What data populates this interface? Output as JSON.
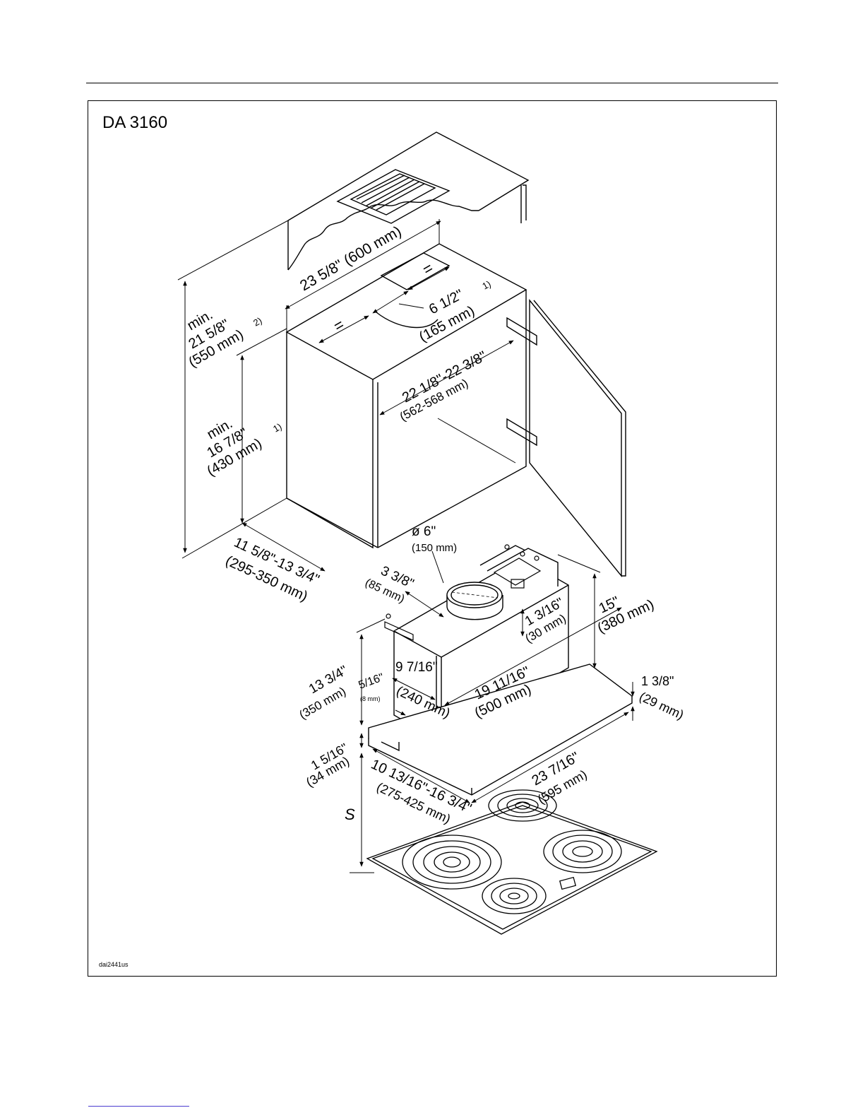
{
  "page": {
    "model": "DA 3160",
    "drawing_code": "dai2441us"
  },
  "dimensions": {
    "cabinet_width": "23 5/8\" (600 mm)",
    "duct_hole_diameter": "6 1/2\"",
    "duct_hole_mm": "(165 mm)",
    "footnote_one": "1)",
    "footnote_two": "2)",
    "equal_mark": "=",
    "min": "min.",
    "cabinet_min_height": "21 5/8\"",
    "cabinet_min_height_mm": "(550 mm)",
    "interior_width": "22 1/8\"-22 3/8\"",
    "interior_width_mm": "(562-568 mm)",
    "interior_min_height": "16 7/8\"",
    "interior_min_height_mm": "(430 mm)",
    "cabinet_depth": "11 5/8\"-13 3/4\"",
    "cabinet_depth_mm": "(295-350 mm)",
    "outlet_diameter": "ø 6\"",
    "outlet_diameter_mm": "(150 mm)",
    "outlet_offset": "3 3/8\"",
    "outlet_offset_mm": "(85 mm)",
    "collar_height": "1 3/16\"",
    "collar_height_mm": "(30 mm)",
    "hood_total_height": "15\"",
    "hood_total_height_mm": "(380 mm)",
    "body_height": "13 3/4\"",
    "body_height_mm": "(350 mm)",
    "edge_offset": "5/16\"",
    "edge_offset_mm": "(8 mm)",
    "body_depth": "9 7/16\"",
    "body_depth_mm": "(240 mm)",
    "body_width": "19 11/16\"",
    "body_width_mm": "(500 mm)",
    "panel_thickness": "1 3/8\"",
    "panel_thickness_mm": "(29 mm)",
    "visor_height": "1 5/16\"",
    "visor_height_mm": "(34 mm)",
    "pullout_depth": "10 13/16\"-16 3/4\"",
    "pullout_depth_mm": "(275-425 mm)",
    "hood_width": "23 7/16\"",
    "hood_width_mm": "(595 mm)",
    "clearance_label": "S"
  }
}
